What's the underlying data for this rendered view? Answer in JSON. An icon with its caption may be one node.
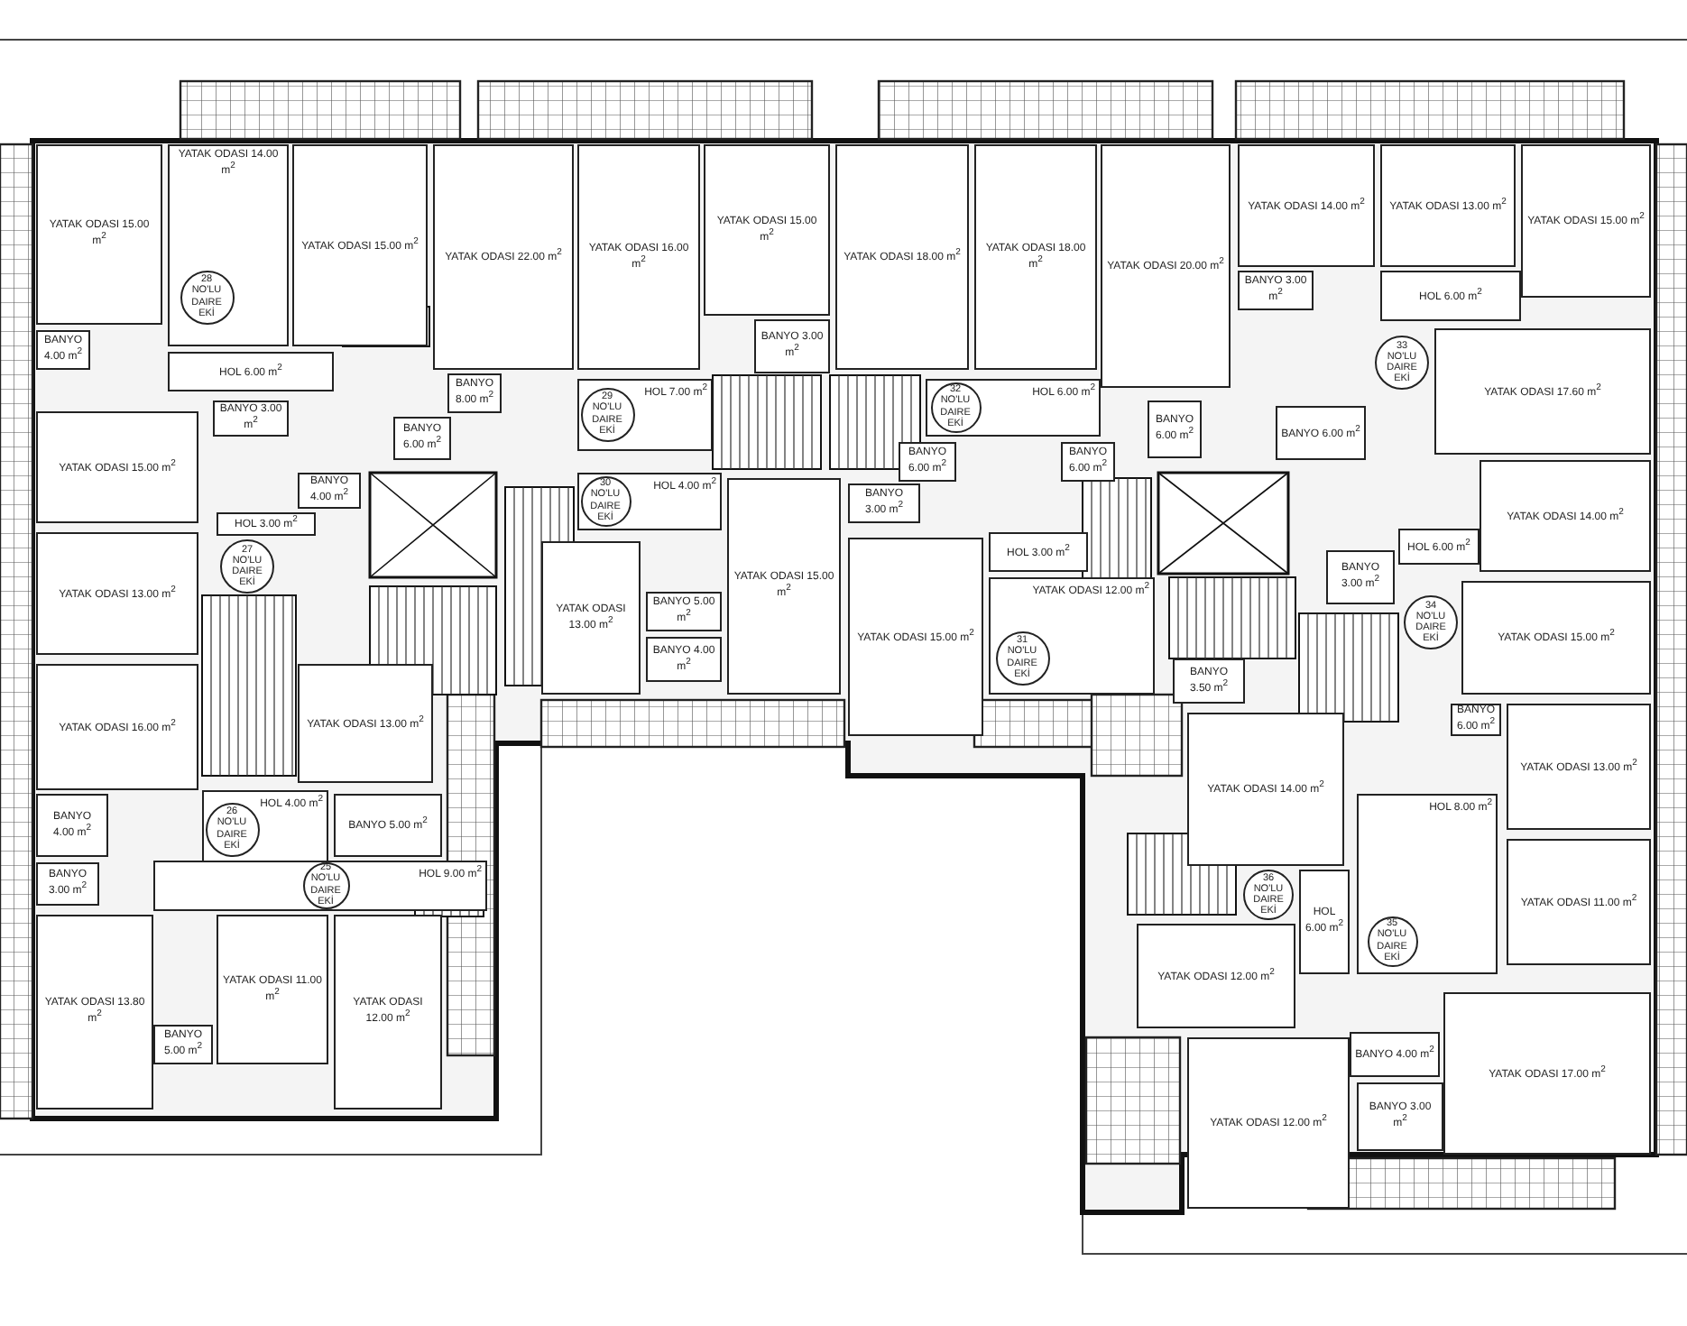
{
  "diagram": {
    "nodes": [
      {
        "text": [
          "YATAK ODASI 15.00 m$^{2}$"
        ]
      },
      {
        "text": [
          "YATAK ODASI 14.00 m$^{2}$"
        ]
      },
      {
        "text": [
          "28 NO'LU DAIRE EKİ"
        ],
        "in": 1
      },
      {
        "text": [
          "YATAK ODASI 15.00 m$^{2}$"
        ]
      },
      {
        "text": [
          "YATAK ODASI 22.00 m$^{2}$"
        ]
      },
      {
        "text": [
          "YATAK ODASI 16.00 m$^{2}$"
        ]
      },
      {
        "text": [
          "YATAK ODASI 15.00 m$^{2}$"
        ]
      },
      {
        "text": [
          "BANYO 3.00 m$^{2}$"
        ]
      },
      {
        "text": [
          "YATAK ODASI 18.00 m$^{2}$"
        ]
      },
      {
        "text": [
          "YATAK ODASI 18.00 m$^{2}$"
        ]
      },
      {
        "text": [
          "YATAK ODASI 20.00 m$^{2}$"
        ]
      },
      {
        "text": [
          "YATAK ODASI 14.00 m$^{2}$"
        ]
      },
      {
        "text": [
          "YATAK ODASI 13.00 m$^{2}$"
        ]
      },
      {
        "text": [
          "YATAK ODASI 15.00 m$^{2}$"
        ]
      },
      {
        "text": [
          "BANYO 4.00 m$^{2}$"
        ]
      },
      {
        "text": [
          "HOL 6.00 m$^{2}$"
        ]
      },
      {
        "text": [
          "BANYO 8.00 m$^{2}$"
        ]
      },
      {
        "text": [
          "BANYO 6.00 m$^{2}$"
        ]
      },
      {
        "text": [
          "BANYO 3.00 m$^{2}$"
        ]
      },
      {
        "text": [
          "HOL 7.00 m$^{2}$"
        ]
      },
      {
        "text": [
          "29 NO'LU DAIRE EKİ"
        ],
        "in": 19
      },
      {
        "text": [
          "HOL 6.00 m$^{2}$"
        ]
      },
      {
        "text": [
          "32 NO'LU DAIRE EKİ"
        ],
        "in": 21
      },
      {
        "text": [
          "BANYO 6.00 m$^{2}$"
        ]
      },
      {
        "text": [
          "BANYO 6.00 m$^{2}$"
        ]
      },
      {
        "text": [
          "BANYO 3.00 m$^{2}$"
        ]
      },
      {
        "text": [
          "HOL 6.00 m$^{2}$"
        ]
      },
      {
        "text": [
          "33 NO'LU DAIRE EKİ"
        ]
      },
      {
        "text": [
          "YATAK ODASI 17.60 m$^{2}$"
        ]
      },
      {
        "text": [
          "BANYO 6.00 m$^{2}$"
        ]
      },
      {
        "text": [
          "BANYO 6.00 m$^{2}$"
        ]
      },
      {
        "text": [
          "YATAK ODASI 15.00 m$^{2}$"
        ]
      },
      {
        "text": [
          "YATAK ODASI 14.00 m$^{2}$"
        ]
      },
      {
        "text": [
          "BANYO 4.00 m$^{2}$"
        ]
      },
      {
        "text": [
          "HOL 3.00 m$^{2}$"
        ]
      },
      {
        "text": [
          "27 NO'LU DAIRE EKİ"
        ]
      },
      {
        "text": [
          "YATAK ODASI 13.00 m$^{2}$"
        ]
      },
      {
        "text": [
          "YATAK ODASI 16.00 m$^{2}$"
        ]
      },
      {
        "text": [
          "YATAK ODASI 13.00 m$^{2}$"
        ]
      },
      {
        "text": [
          "BANYO 4.00 m$^{2}$"
        ]
      },
      {
        "text": [
          "HOL 4.00 m$^{2}$"
        ]
      },
      {
        "text": [
          "26 NO'LU DAIRE EKİ"
        ],
        "in": 40
      },
      {
        "text": [
          "BANYO 5.00 m$^{2}$"
        ]
      },
      {
        "text": [
          "BANYO 3.00 m$^{2}$"
        ]
      },
      {
        "text": [
          "HOL 9.00 m$^{2}$"
        ]
      },
      {
        "text": [
          "25 NO'LU DAIRE EKİ"
        ],
        "in": 44
      },
      {
        "text": [
          "YATAK ODASI 13.80 m$^{2}$"
        ]
      },
      {
        "text": [
          "BANYO 5.00 m$^{2}$"
        ]
      },
      {
        "text": [
          "YATAK ODASI 11.00 m$^{2}$"
        ]
      },
      {
        "text": [
          "YATAK ODASI 12.00 m$^{2}$"
        ]
      },
      {
        "text": [
          "HOL 4.00 m$^{2}$"
        ]
      },
      {
        "text": [
          "30 NO'LU DAIRE EKİ"
        ],
        "in": 50
      },
      {
        "text": [
          "YATAK ODASI 13.00 m$^{2}$"
        ]
      },
      {
        "text": [
          "BANYO 5.00 m$^{2}$"
        ]
      },
      {
        "text": [
          "BANYO 4.00 m$^{2}$"
        ]
      },
      {
        "text": [
          "YATAK ODASI 15.00 m$^{2}$"
        ]
      },
      {
        "text": [
          "BANYO 3.00 m$^{2}$"
        ]
      },
      {
        "text": [
          "YATAK ODASI 15.00 m$^{2}$"
        ]
      },
      {
        "text": [
          "HOL 3.00 m$^{2}$"
        ]
      },
      {
        "text": [
          "YATAK ODASI 12.00 m$^{2}$"
        ]
      },
      {
        "text": [
          "31 NO'LU DAIRE EKİ"
        ],
        "in": 59
      },
      {
        "text": [
          "BANYO 3.50 m$^{2}$"
        ]
      },
      {
        "text": [
          "HOL 6.00 m$^{2}$"
        ]
      },
      {
        "text": [
          "BANYO 3.00 m$^{2}$"
        ]
      },
      {
        "text": [
          "34 NO'LU DAIRE EKİ"
        ]
      },
      {
        "text": [
          "YATAK ODASI 15.00 m$^{2}$"
        ]
      },
      {
        "text": [
          "BANYO 6.00 m$^{2}$"
        ]
      },
      {
        "text": [
          "YATAK ODASI 13.00 m$^{2}$"
        ]
      },
      {
        "text": [
          "YATAK ODASI 14.00 m$^{2}$"
        ]
      },
      {
        "text": [
          "HOL 8.00 m$^{2}$"
        ]
      },
      {
        "text": [
          "35 NO'LU DAIRE EKİ"
        ],
        "in": 69
      },
      {
        "text": [
          "HOL 6.00 m$^{2}$"
        ]
      },
      {
        "text": [
          "36 NO'LU DAIRE EKİ"
        ]
      },
      {
        "text": [
          "YATAK ODASI 12.00 m$^{2}$"
        ]
      },
      {
        "text": [
          "YATAK ODASI 11.00 m$^{2}$"
        ]
      },
      {
        "text": [
          "YATAK ODASI 17.00 m$^{2}$"
        ]
      },
      {
        "text": [
          "BANYO 4.00 m$^{2}$"
        ]
      },
      {
        "text": [
          "BANYO 3.00 m$^{2}$"
        ]
      },
      {
        "text": [
          "YATAK ODASI 12.00 m$^{2}$"
        ]
      }
    ]
  }
}
